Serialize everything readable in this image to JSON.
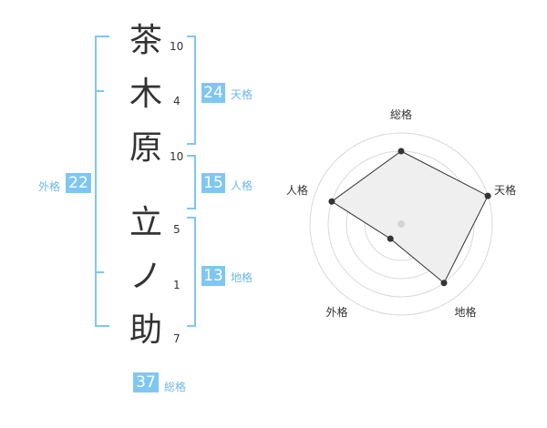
{
  "name": {
    "chars": [
      {
        "char": "茶",
        "strokes": "10"
      },
      {
        "char": "木",
        "strokes": "4"
      },
      {
        "char": "原",
        "strokes": "10"
      },
      {
        "char": "立",
        "strokes": "5"
      },
      {
        "char": "ノ",
        "strokes": "1"
      },
      {
        "char": "助",
        "strokes": "7"
      }
    ]
  },
  "fortune": {
    "tenkaku": {
      "value": "24",
      "label": "天格"
    },
    "jinkaku": {
      "value": "15",
      "label": "人格"
    },
    "chikaku": {
      "value": "13",
      "label": "地格"
    },
    "gaikaku": {
      "value": "22",
      "label": "外格"
    },
    "soukaku": {
      "value": "37",
      "label": "総格"
    }
  },
  "colors": {
    "accent": "#7fc7f2",
    "label_text": "#6cb8e8",
    "line": "#333333",
    "fill": "#efefef"
  },
  "chart_data": {
    "type": "radar",
    "axes": [
      "総格",
      "天格",
      "地格",
      "外格",
      "人格"
    ],
    "values": [
      4,
      5,
      4,
      1,
      4
    ],
    "range": [
      0,
      5
    ],
    "rings": 5
  }
}
